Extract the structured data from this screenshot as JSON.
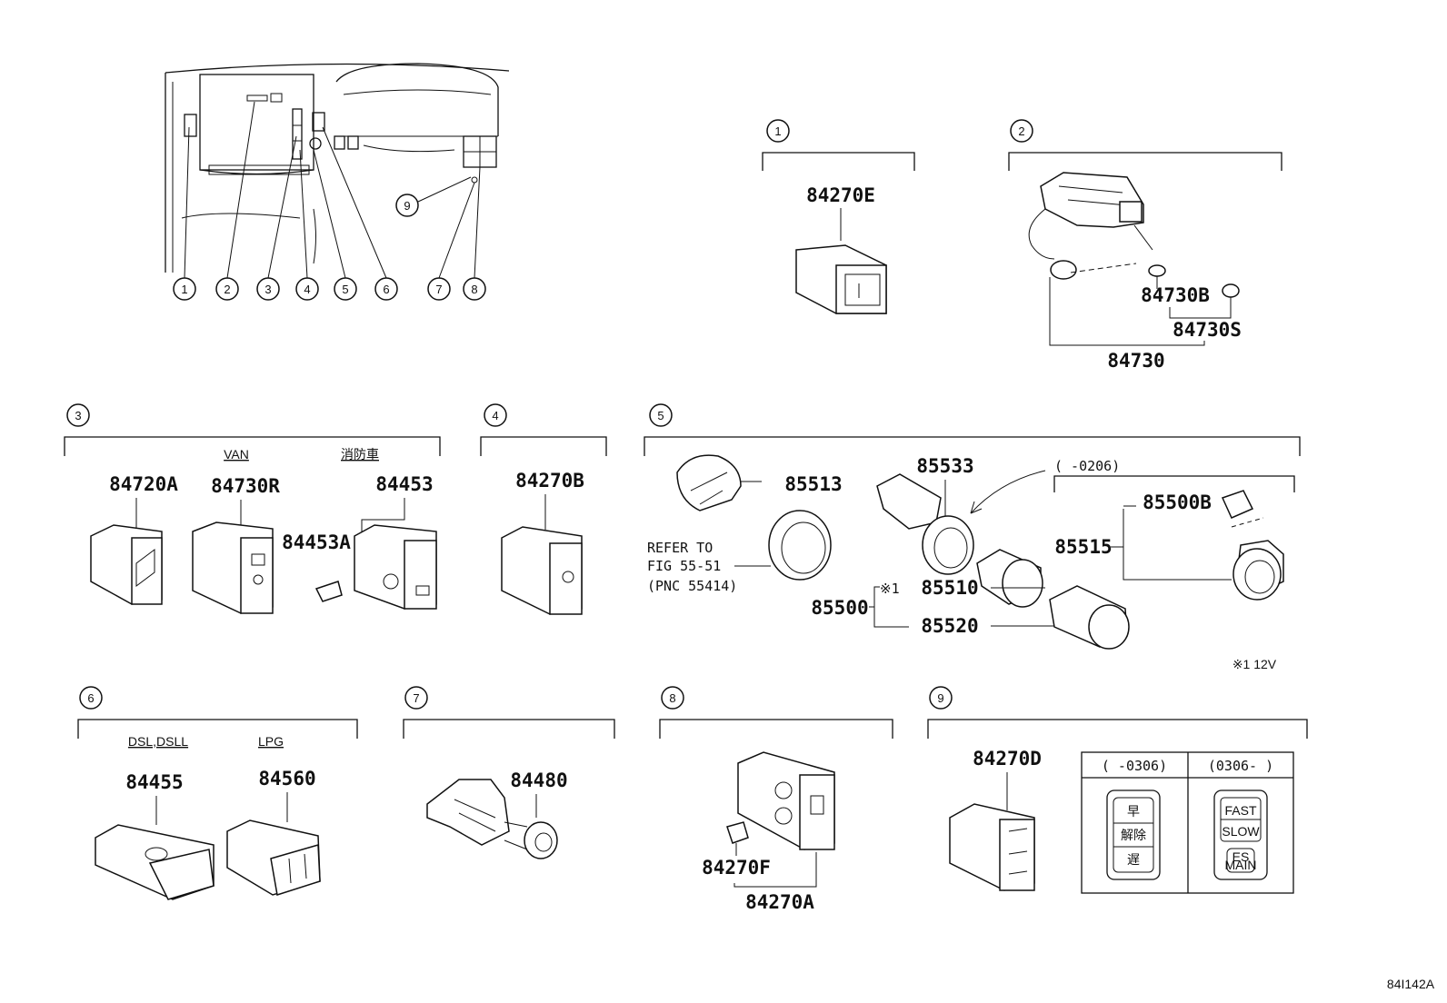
{
  "overview": {
    "callouts": [
      "1",
      "2",
      "3",
      "4",
      "5",
      "6",
      "7",
      "8",
      "9"
    ]
  },
  "sections": {
    "s1": {
      "num": "1",
      "parts": [
        "84270E"
      ]
    },
    "s2": {
      "num": "2",
      "parts": [
        "84730B",
        "84730S",
        "84730"
      ]
    },
    "s3": {
      "num": "3",
      "labels": [
        "VAN",
        "消防車"
      ],
      "parts": [
        "84720A",
        "84730R",
        "84453",
        "84453A"
      ]
    },
    "s4": {
      "num": "4",
      "parts": [
        "84270B"
      ]
    },
    "s5": {
      "num": "5",
      "parts": [
        "85513",
        "85533",
        "85500B",
        "85515",
        "85510",
        "85500",
        "85520"
      ],
      "refer": [
        "REFER TO",
        "FIG 55-51",
        "(PNC 55414)"
      ],
      "range": "(     -0206)",
      "note_mark": "※1",
      "note": "※1 12V"
    },
    "s6": {
      "num": "6",
      "labels": [
        "DSL,DSLL",
        "LPG"
      ],
      "parts": [
        "84455",
        "84560"
      ]
    },
    "s7": {
      "num": "7",
      "parts": [
        "84480"
      ]
    },
    "s8": {
      "num": "8",
      "parts": [
        "84270F",
        "84270A"
      ]
    },
    "s9": {
      "num": "9",
      "parts": [
        "84270D"
      ],
      "table": {
        "col1": "(     -0306)",
        "col2": "(0306-     )",
        "left_labels": [
          "早",
          "解除",
          "遅"
        ],
        "right_labels": [
          "FAST",
          "SLOW",
          "ES",
          "MAIN"
        ]
      }
    }
  },
  "figure_id": "84I142A"
}
